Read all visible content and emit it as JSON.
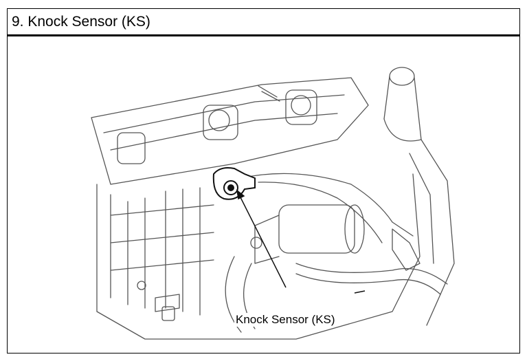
{
  "header": {
    "title": "9. Knock Sensor (KS)"
  },
  "figure": {
    "callout_label": "Knock Sensor (KS)",
    "line_color": "#555555",
    "icon": "engine-line-drawing"
  }
}
